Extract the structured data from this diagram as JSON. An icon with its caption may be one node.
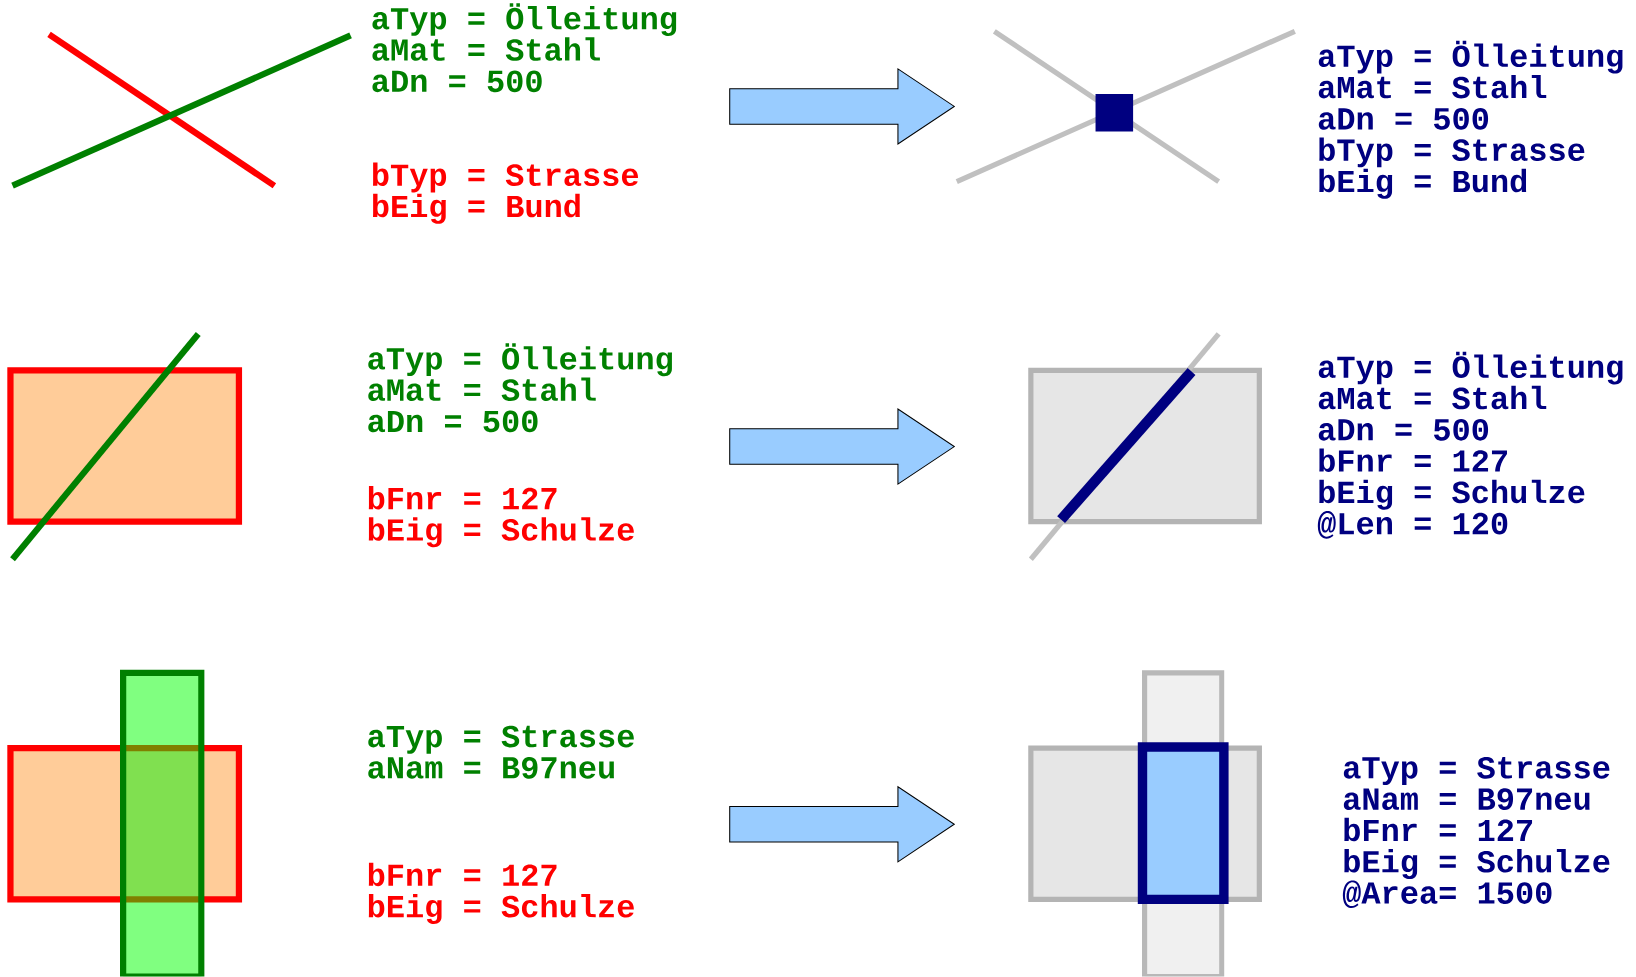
{
  "diagram": {
    "nodes": [
      {
        "text": [],
        "shape": "picture",
        "beside": [
          "aTyp = Ölleitung",
          "aMat = Stahl",
          "aDn = 500",
          "bTyp = Strasse",
          "bEig = Bund"
        ]
      },
      {
        "text": [],
        "shape": "picture",
        "beside": [
          "aTyp = Ölleitung",
          "aMat = Stahl",
          "aDn = 500",
          "bTyp = Strasse",
          "bEig = Bund"
        ]
      },
      {
        "text": [],
        "shape": "box",
        "beside": [
          "aTyp = Ölleitung",
          "aMat = Stahl",
          "aDn = 500",
          "bFnr = 127",
          "bEig = Schulze"
        ]
      },
      {
        "text": [],
        "shape": "picture",
        "beside": [
          "aTyp = Ölleitung",
          "aMat = Stahl",
          "aDn = 500",
          "bFnr = 127",
          "bEig = Schulze",
          "@Len = 120"
        ]
      },
      {
        "text": [],
        "shape": "picture",
        "beside": [
          "aTyp = Strasse",
          "aNam = B97neu",
          "bFnr = 127",
          "bEig = Schulze"
        ]
      },
      {
        "text": [],
        "shape": "picture",
        "beside": [
          "aTyp = Strasse",
          "aNam = B97neu",
          "bFnr = 127",
          "bEig = Schulze",
          "@Area= 1500"
        ]
      }
    ],
    "edges": [
      {
        "from": 0,
        "to": 1,
        "arrow": "to"
      },
      {
        "from": 2,
        "to": 3,
        "arrow": "to"
      },
      {
        "from": 4,
        "to": 5,
        "arrow": "to"
      }
    ]
  }
}
